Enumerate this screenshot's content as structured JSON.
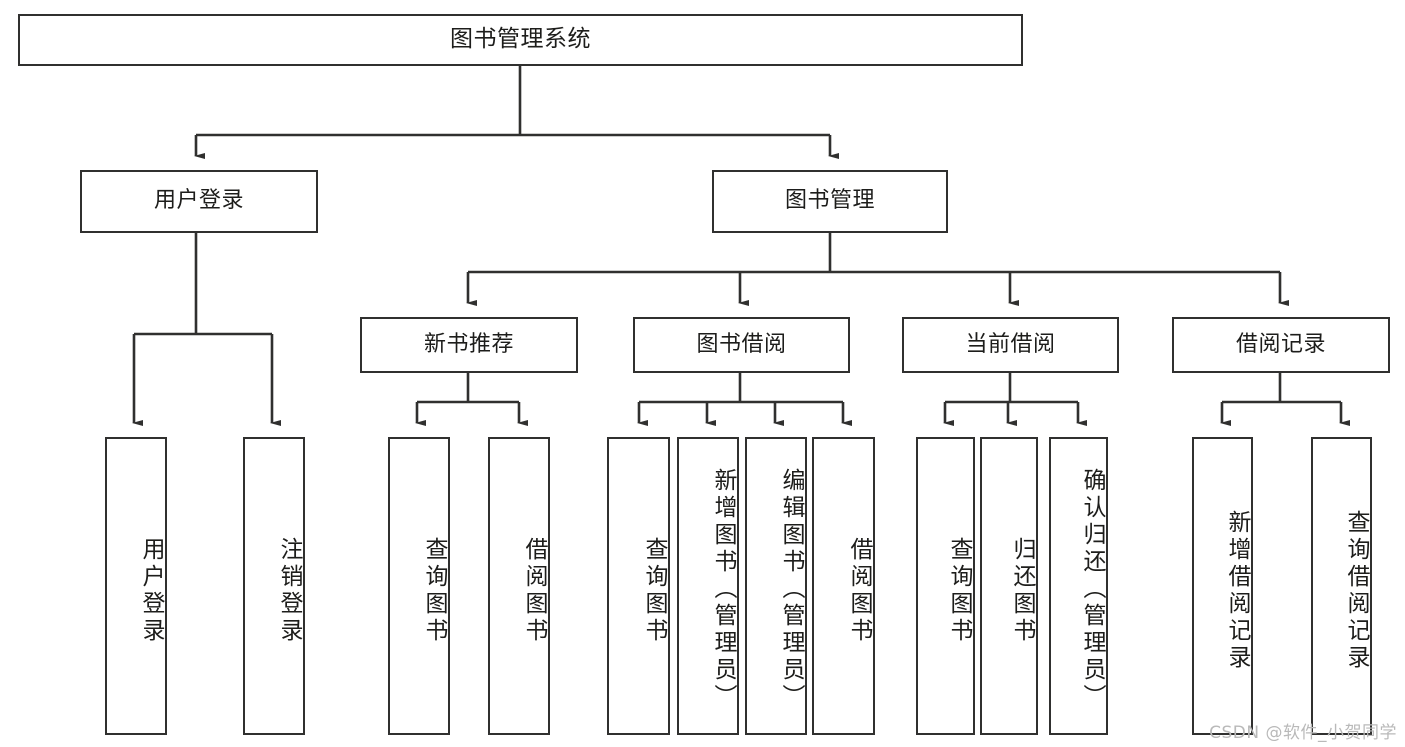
{
  "diagram": {
    "title": "图书管理系统",
    "watermark": "CSDN @软件_小贺同学",
    "root": {
      "label": "图书管理系统"
    },
    "level1": [
      {
        "label": "用户登录"
      },
      {
        "label": "图书管理"
      }
    ],
    "level2": [
      {
        "label": "新书推荐"
      },
      {
        "label": "图书借阅"
      },
      {
        "label": "当前借阅"
      },
      {
        "label": "借阅记录"
      }
    ],
    "leaves": {
      "user_login": [
        {
          "label": "用户登录"
        },
        {
          "label": "注销登录"
        }
      ],
      "new_book": [
        {
          "label": "查询图书"
        },
        {
          "label": "借阅图书"
        }
      ],
      "book_borrow": [
        {
          "label": "查询图书"
        },
        {
          "label": "新增图书（管理员）"
        },
        {
          "label": "编辑图书（管理员）"
        },
        {
          "label": "借阅图书"
        }
      ],
      "current_borrow": [
        {
          "label": "查询图书"
        },
        {
          "label": "归还图书"
        },
        {
          "label": "确认归还（管理员）"
        }
      ],
      "borrow_record": [
        {
          "label": "新增借阅记录"
        },
        {
          "label": "查询借阅记录"
        }
      ]
    },
    "colors": {
      "line": "#30302f",
      "box_border": "#30302f",
      "box_fill": "#ffffff",
      "text": "#1d1d1b",
      "watermark": "#b9b9b9",
      "background": "#ffffff"
    }
  }
}
